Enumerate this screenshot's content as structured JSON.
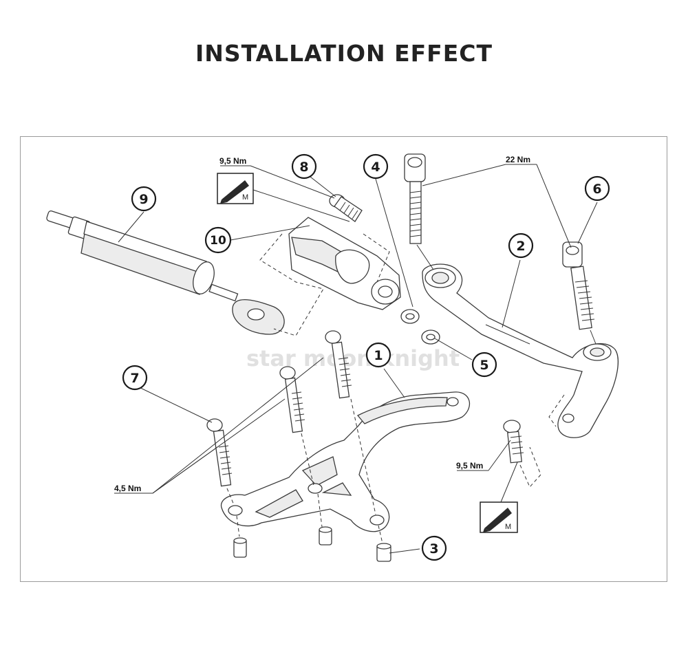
{
  "title": "INSTALLATION EFFECT",
  "watermark": "star moon knight",
  "callouts": [
    "1",
    "2",
    "3",
    "4",
    "5",
    "6",
    "7",
    "8",
    "9",
    "10"
  ],
  "torque_labels": {
    "top_left": "9,5 Nm",
    "top_right": "22 Nm",
    "bottom_left": "4,5 Nm",
    "bottom_right": "9,5 Nm"
  },
  "threadlock_label": "M"
}
